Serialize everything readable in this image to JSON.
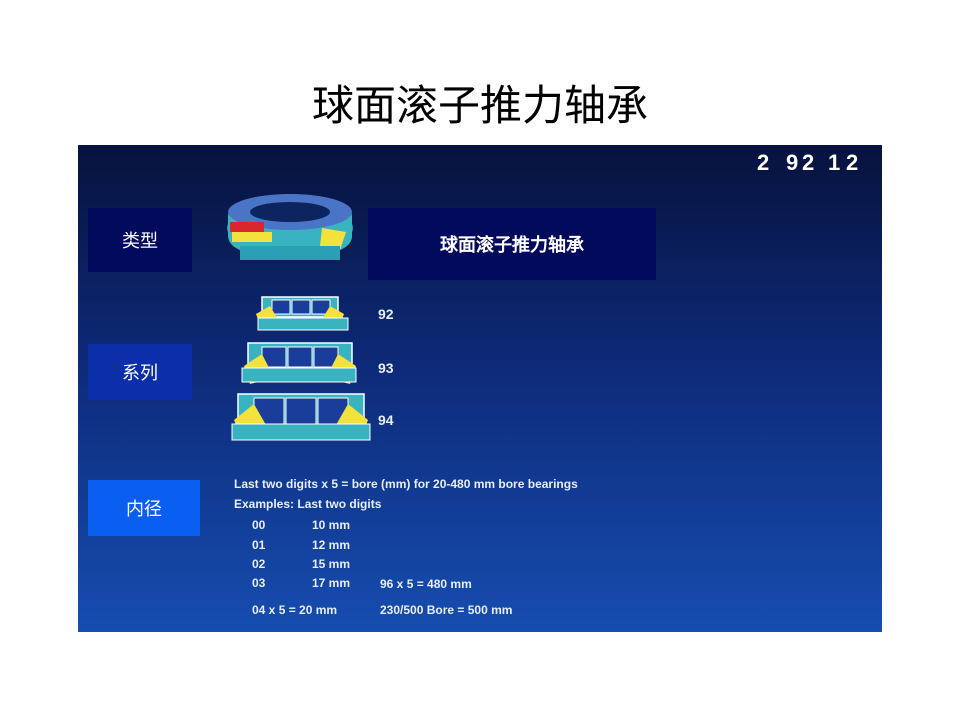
{
  "slide": {
    "title": "球面滚子推力轴承"
  },
  "code": {
    "digits": [
      "2",
      "9",
      "2",
      "1",
      "2"
    ]
  },
  "labels": {
    "type": "类型",
    "series": "系列",
    "bore": "内径",
    "type_value": "球面滚子推力轴承"
  },
  "series_numbers": [
    "92",
    "93",
    "94"
  ],
  "bore_info": {
    "rule": "Last two digits x 5 = bore (mm) for 20-480 mm bore bearings",
    "examples_header": "Examples:  Last two digits",
    "examples": [
      {
        "code": "00",
        "bore": "10 mm"
      },
      {
        "code": "01",
        "bore": "12 mm"
      },
      {
        "code": "02",
        "bore": "15 mm"
      },
      {
        "code": "03",
        "bore": "17 mm"
      }
    ],
    "calc_left": "04 x 5 = 20 mm",
    "calc_mid": "96 x 5 = 480 mm",
    "calc_right": "230/500 Bore = 500 mm"
  },
  "colors": {
    "panel_top": "#07123d",
    "panel_bottom": "#164db0",
    "label_dark": "#020a5c",
    "label_bright": "#0a5ff0",
    "bearing_teal": "#3ab3c0",
    "roller_yellow": "#f4e23c",
    "race_red": "#d8282c"
  }
}
